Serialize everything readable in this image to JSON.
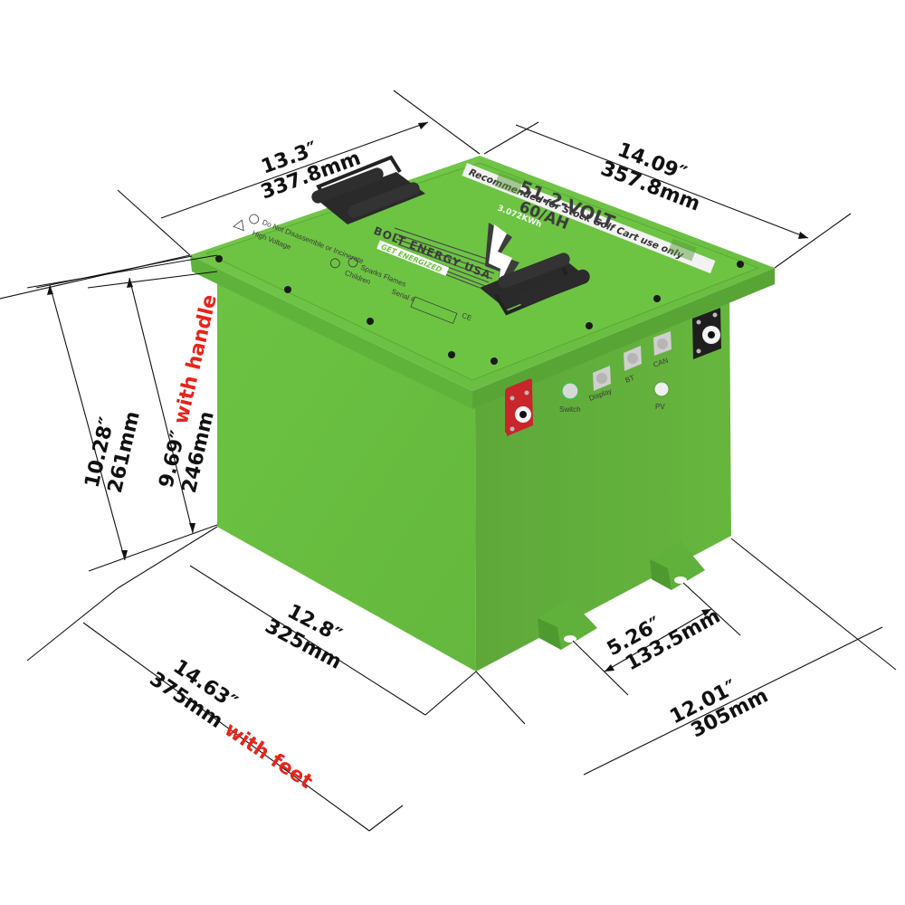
{
  "product": {
    "brand": "BOLT ENERGY USA",
    "tagline": "GET ENERGIZED",
    "voltage": "51.2-VOLT",
    "capacity": "60/AH",
    "energy": "3.072KWh",
    "banner": "Recommended for Stock Golf Cart use only",
    "warnings": [
      "Do Not Disassemble or Incinerate",
      "High Voltage",
      "Sparks Flames",
      "Children"
    ],
    "serial_label": "Serial #",
    "cert_mark": "CE",
    "colors": {
      "body": "#67bd3f",
      "body_dark": "#5aa737",
      "lid": "#6cc441",
      "positive_terminal": "#c9252b",
      "negative_terminal": "#1e1e1e",
      "accent_red": "#e8231b"
    }
  },
  "ports": [
    {
      "label": "Switch"
    },
    {
      "label": "Display"
    },
    {
      "label": "BT"
    },
    {
      "label": "CAN"
    },
    {
      "label": "PV"
    }
  ],
  "dimensions": {
    "width_top": {
      "inch": "13.3″",
      "mm": "337.8mm"
    },
    "depth_top": {
      "inch": "14.09″",
      "mm": "357.8mm"
    },
    "height_with_handle": {
      "inch": "10.28″",
      "mm": "261mm"
    },
    "height_body": {
      "inch": "9.69″",
      "note": "with handle",
      "mm": "246mm"
    },
    "width_bottom": {
      "inch": "12.8″",
      "mm": "325mm"
    },
    "width_with_feet": {
      "inch": "14.63″",
      "mm": "375mm",
      "note": "with feet"
    },
    "feet_spacing": {
      "inch": "5.26″",
      "mm": "133.5mm"
    },
    "depth_bottom": {
      "inch": "12.01″",
      "mm": "305mm"
    }
  }
}
